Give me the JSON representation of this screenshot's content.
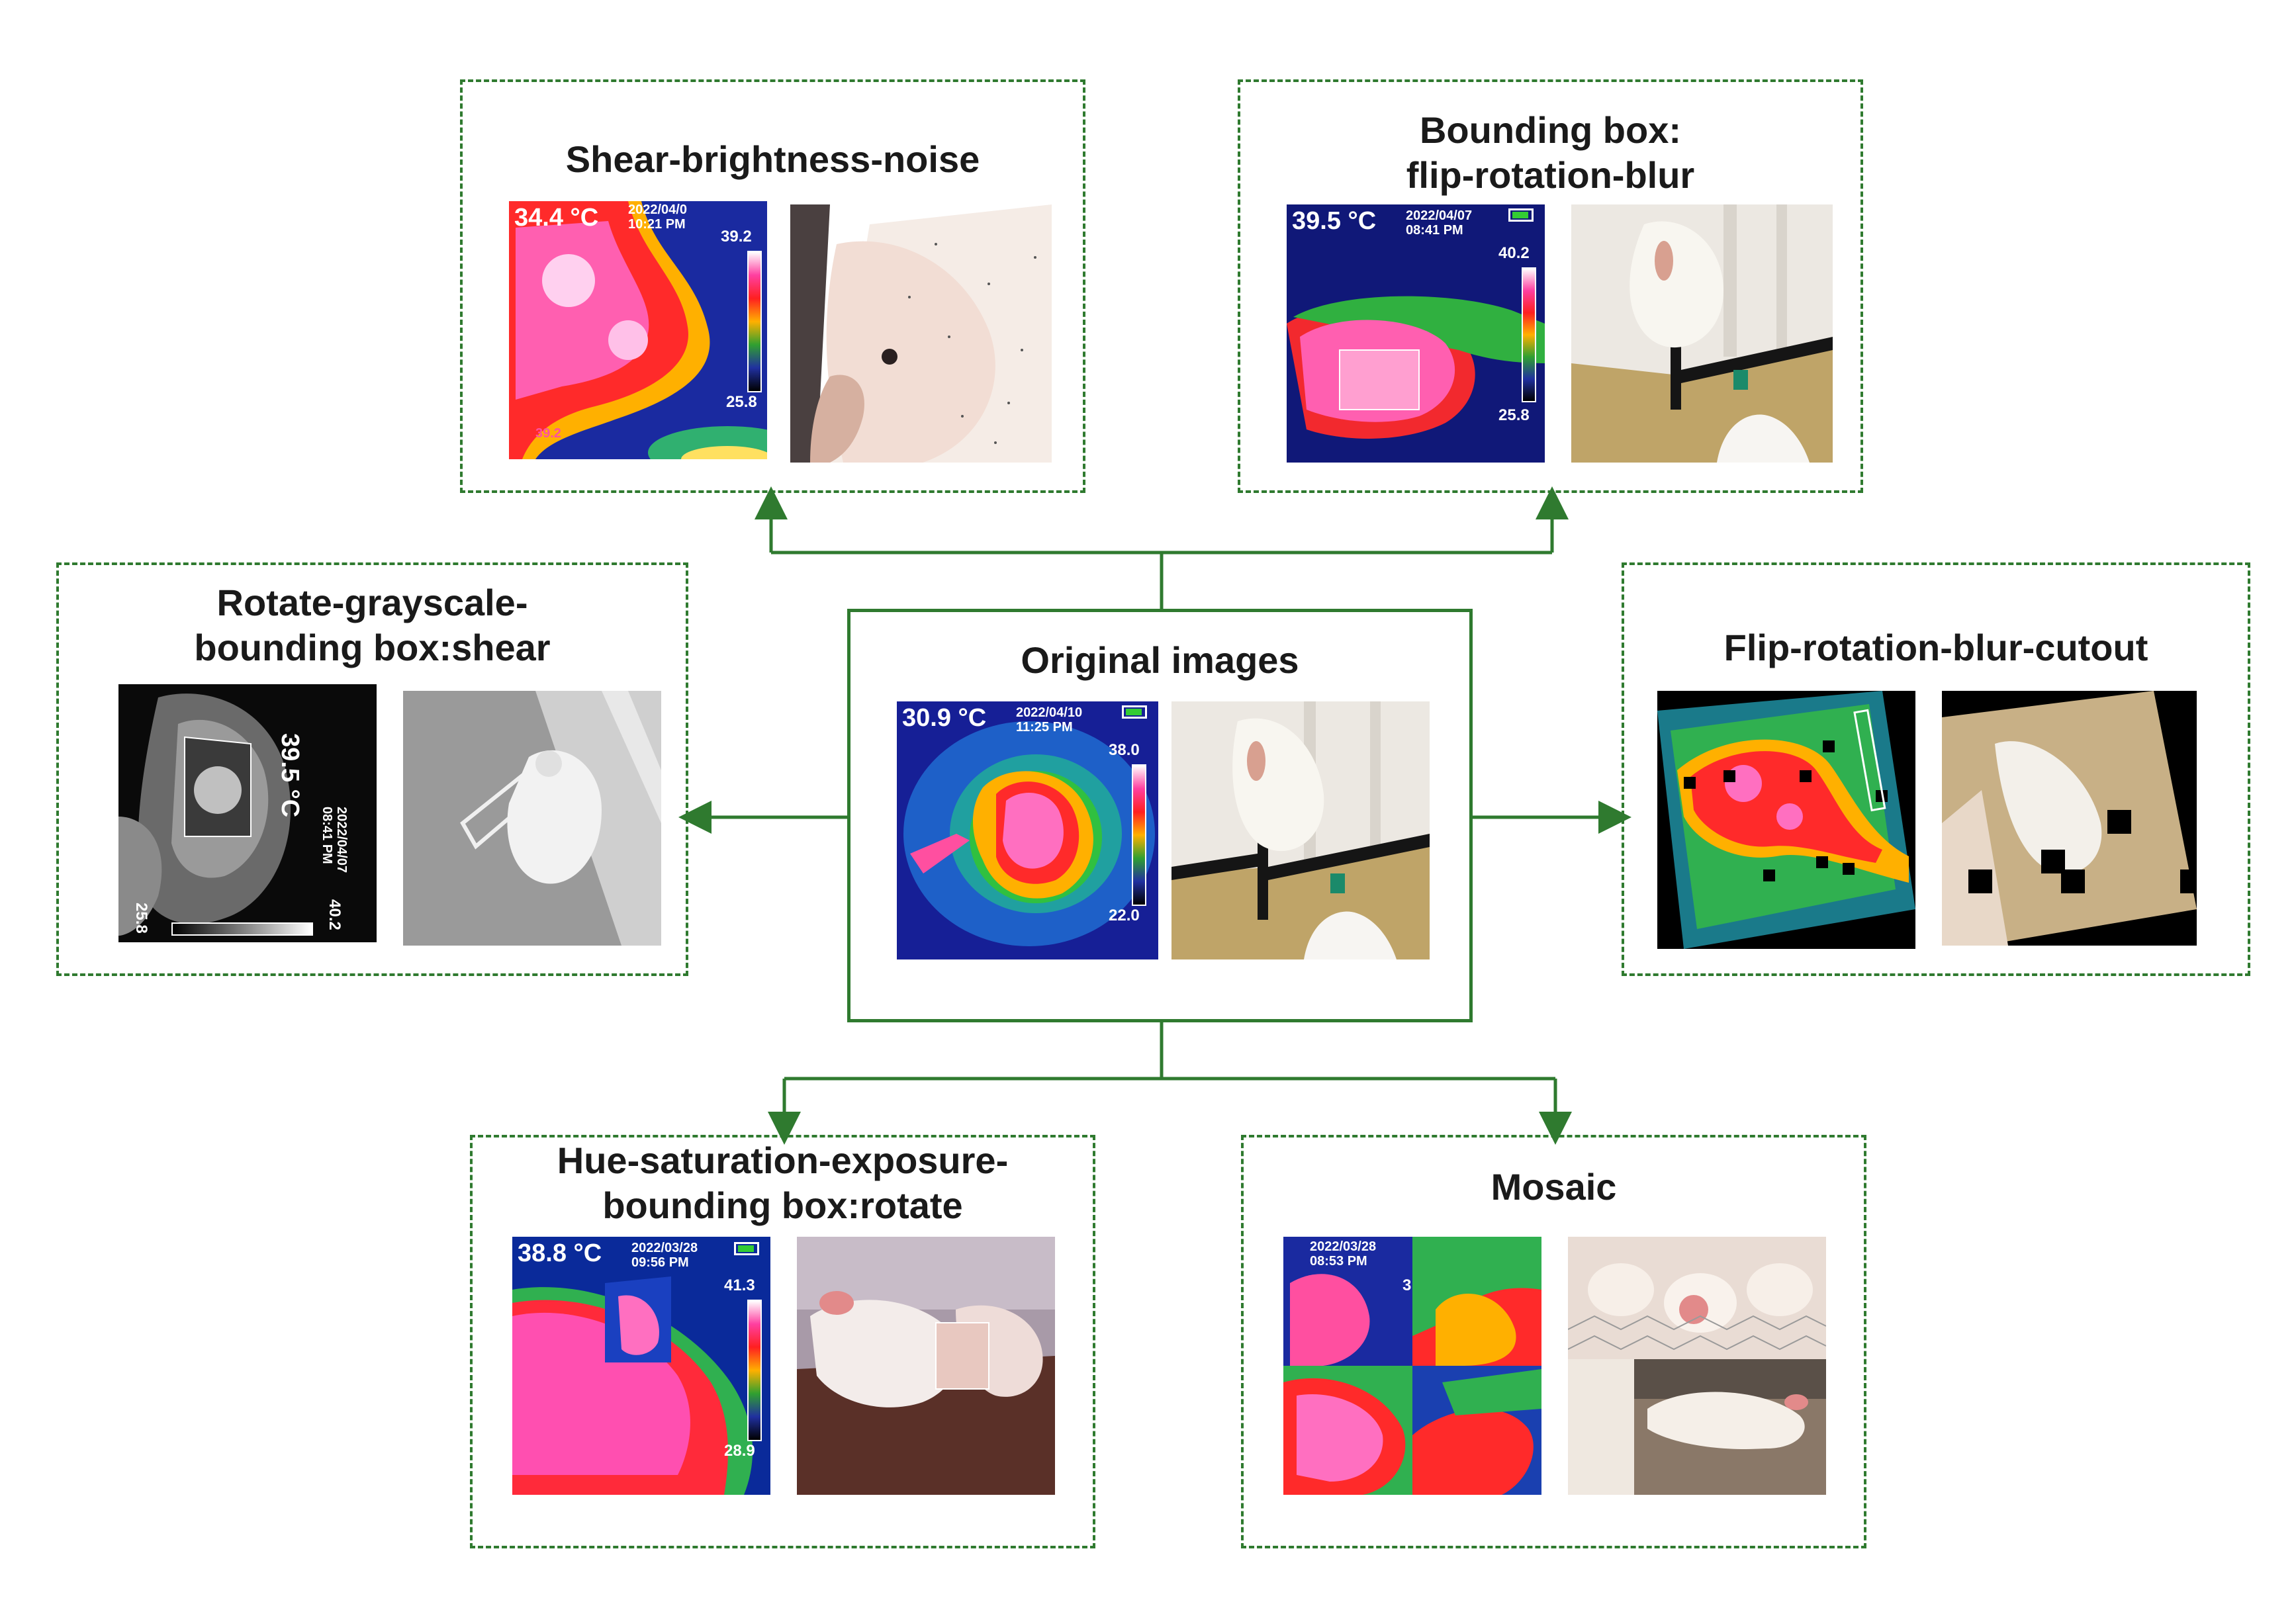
{
  "boxes": {
    "top_left": {
      "title": "Shear-brightness-noise"
    },
    "top_right": {
      "title_line1": "Bounding box:",
      "title_line2": "flip-rotation-blur"
    },
    "mid_left": {
      "title_line1": "Rotate-grayscale-",
      "title_line2": "bounding box:shear"
    },
    "center": {
      "title": "Original images"
    },
    "mid_right": {
      "title": "Flip-rotation-blur-cutout"
    },
    "bottom_left": {
      "title_line1": "Hue-saturation-exposure-",
      "title_line2": "bounding box:rotate"
    },
    "bottom_right": {
      "title": "Mosaic"
    }
  },
  "thermal_labels": {
    "top_left": {
      "temp": "34.4 °C",
      "date": "2022/04/0",
      "time": "10:21 PM",
      "max": "39.2",
      "min": "25.8",
      "spot": "39.2"
    },
    "top_right": {
      "temp": "39.5 °C",
      "date": "2022/04/07",
      "time": "08:41 PM",
      "max": "40.2",
      "min": "25.8"
    },
    "mid_left": {
      "temp": "39.5 °C",
      "date": "2022/04/07",
      "time": "08:41 PM",
      "max": "40.2",
      "min": "25.8"
    },
    "center": {
      "temp": "30.9 °C",
      "date": "2022/04/10",
      "time": "11:25 PM",
      "max": "38.0",
      "min": "22.0"
    },
    "bottom_left": {
      "temp": "38.8 °C",
      "date": "2022/03/28",
      "time": "09:56 PM",
      "max": "41.3",
      "min": "28.9"
    },
    "bottom_right": {
      "date": "2022/03/28",
      "time": "08:53 PM",
      "mark": "3"
    }
  },
  "colors": {
    "frame": "#2f7a2f",
    "title_text": "#1a1a1a"
  }
}
